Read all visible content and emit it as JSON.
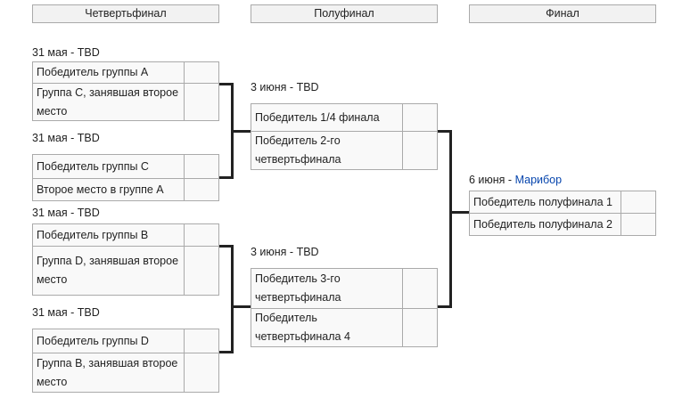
{
  "headers": {
    "quarterfinal": "Четвертьфинал",
    "semifinal": "Полуфинал",
    "final": "Финал"
  },
  "quarterfinals": [
    {
      "date": "31 мая - TBD",
      "team1": "Победитель группы A",
      "team2": "Группа C, занявшая второе место"
    },
    {
      "date": "31 мая - TBD",
      "team1": "Победитель группы C",
      "team2": "Второе место в группе A"
    },
    {
      "date": "31 мая - TBD",
      "team1": "Победитель группы B",
      "team2": "Группа D, занявшая второе место"
    },
    {
      "date": "31 мая - TBD",
      "team1": "Победитель группы D",
      "team2": "Группа B, занявшая второе место"
    }
  ],
  "semifinals": [
    {
      "date": "3 июня - TBD",
      "team1": "Победитель 1/4 финала",
      "team2": "Победитель 2-го четвертьфинала"
    },
    {
      "date": "3 июня - TBD",
      "team1": "Победитель 3-го четвертьфинала",
      "team2": "Победитель четвертьфинала 4"
    }
  ],
  "final": {
    "date_prefix": "6 июня - ",
    "venue": "Марибор",
    "team1": "Победитель полуфинала 1",
    "team2": "Победитель полуфинала 2"
  },
  "colors": {
    "link": "#0645ad",
    "cell_background": "#f9f9f9",
    "header_background": "#f2f2f2",
    "border": "#aaaaaa",
    "bracket_line": "#222222"
  }
}
